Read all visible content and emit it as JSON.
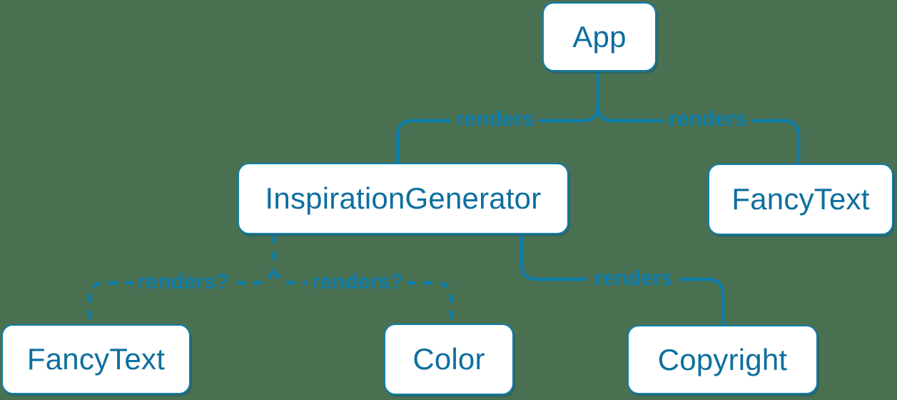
{
  "diagram": {
    "kind": "component-render-tree",
    "nodes": [
      {
        "id": "app",
        "label": "App"
      },
      {
        "id": "inspiration-generator",
        "label": "InspirationGenerator"
      },
      {
        "id": "fancy-text-top",
        "label": "FancyText"
      },
      {
        "id": "fancy-text-bottom",
        "label": "FancyText"
      },
      {
        "id": "color",
        "label": "Color"
      },
      {
        "id": "copyright",
        "label": "Copyright"
      }
    ],
    "edges": [
      {
        "from": "App",
        "to": "InspirationGenerator",
        "label": "renders",
        "style": "solid"
      },
      {
        "from": "App",
        "to": "FancyText",
        "label": "renders",
        "style": "solid"
      },
      {
        "from": "InspirationGenerator",
        "to": "FancyText",
        "label": "renders?",
        "style": "dashed"
      },
      {
        "from": "InspirationGenerator",
        "to": "Color",
        "label": "renders?",
        "style": "dashed"
      },
      {
        "from": "InspirationGenerator",
        "to": "Copyright",
        "label": "renders",
        "style": "solid"
      }
    ],
    "colors": {
      "background": "#4a7052",
      "line": "#0f7eab",
      "node_border": "#0f7eab",
      "node_background": "#ffffff",
      "node_text": "#0d6f9e"
    }
  }
}
